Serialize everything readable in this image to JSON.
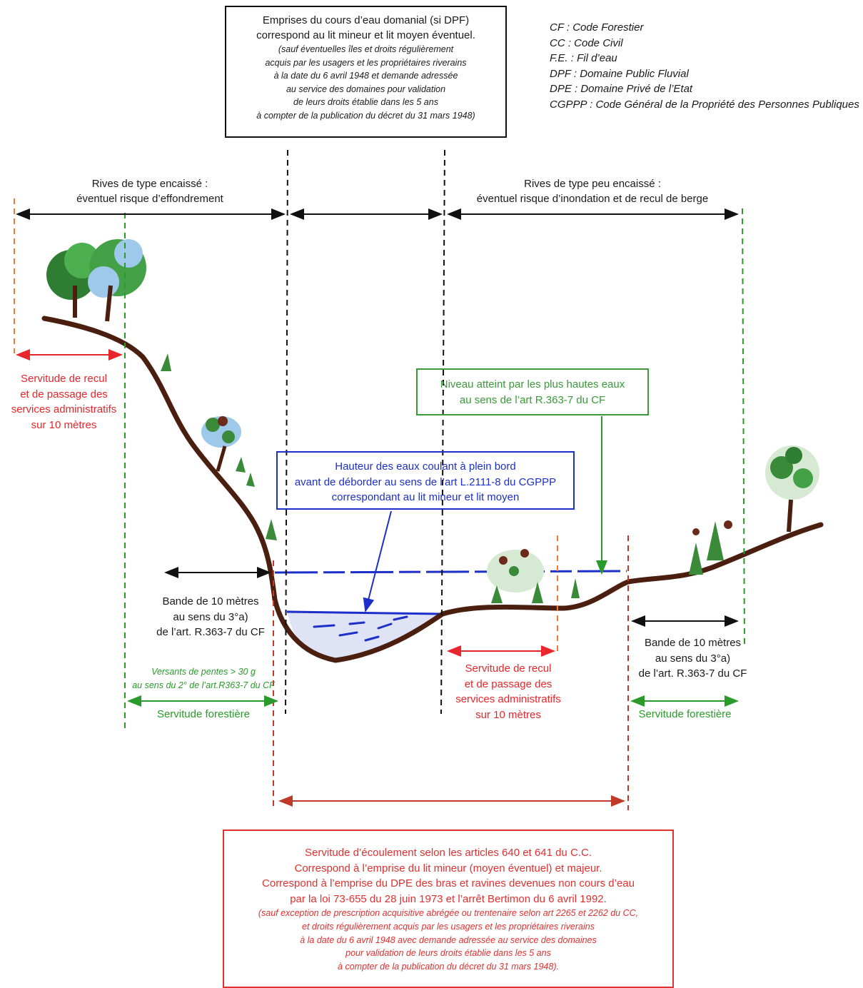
{
  "top_box": {
    "lines": [
      "Emprises du cours d’eau domanial (si DPF)",
      "correspond au lit mineur et lit moyen éventuel."
    ],
    "note_lines": [
      "(sauf éventuelles îles et droits régulièrement",
      "acquis par les usagers et les propriétaires riverains",
      "à la date du 6 avril 1948  et demande adressée",
      "au service des domaines pour validation",
      "de leurs droits établie dans les 5 ans",
      "à compter de la publication du décret du 31 mars 1948)"
    ]
  },
  "legend": [
    "CF : Code Forestier",
    "CC : Code Civil",
    "F.E. : Fil d’eau",
    "DPF : Domaine Public Fluvial",
    "DPE : Domaine Privé de l’Etat",
    "CGPPP : Code Général de la Propriété des Personnes Publiques"
  ],
  "rives_left": [
    "Rives de type encaissé :",
    "éventuel risque d’effondrement"
  ],
  "rives_right": [
    "Rives de type peu encaissé :",
    "éventuel risque d’inondation et de recul de berge"
  ],
  "recul_left": [
    "Servitude de recul",
    "et de passage des",
    "services administratifs",
    "sur 10 mètres"
  ],
  "green_box": [
    "Niveau atteint par les plus hautes eaux",
    "au sens de l’art R.363-7 du CF"
  ],
  "blue_box": [
    "Hauteur des eaux coulant à plein bord",
    "avant de déborder au sens de l’art L.2111-8 du CGPPP",
    "correspondant au lit mineur et lit moyen"
  ],
  "bande_left": [
    "Bande de 10 mètres",
    "au sens du 3°a)",
    "de l’art. R.363-7  du CF"
  ],
  "versants": [
    "Versants de pentes > 30 g",
    "au sens du 2° de l’art.R363-7 du CF"
  ],
  "foret_left": "Servitude forestière",
  "recul_mid": [
    "Servitude de recul",
    "et de passage des",
    "services administratifs",
    "sur 10 mètres"
  ],
  "bande_right": [
    "Bande de 10 mètres",
    "au sens du 3°a)",
    "de l’art. R.363-7  du CF"
  ],
  "foret_right": "Servitude forestière",
  "bottom_box": {
    "lines": [
      "Servitude d’écoulement selon les articles 640 et 641 du C.C.",
      "Correspond à l’emprise du lit mineur (moyen éventuel) et majeur.",
      "Correspond à l’emprise du DPE des bras et  ravines devenues non cours d’eau",
      "par la loi 73-655 du 28 juin 1973 et l’arrêt Bertimon du 6 avril 1992."
    ],
    "note_lines": [
      "(sauf exception de prescription acquisitive abrégée ou trentenaire selon art 2265 et 2262 du CC,",
      "et droits régulièrement acquis par les usagers et les propriétaires riverains",
      "à la date du 6 avril 1948 avec demande adressée au service des domaines",
      "pour validation de leurs droits établie dans les 5 ans",
      "à compter de la publication du décret du 31 mars 1948)."
    ]
  },
  "colors": {
    "red": "#e8262b",
    "orange": "#f07a3a",
    "green": "#2a9a2a",
    "blue": "#1d2fc9",
    "ground": "#4a1f10",
    "water": "#dfe3f5"
  }
}
